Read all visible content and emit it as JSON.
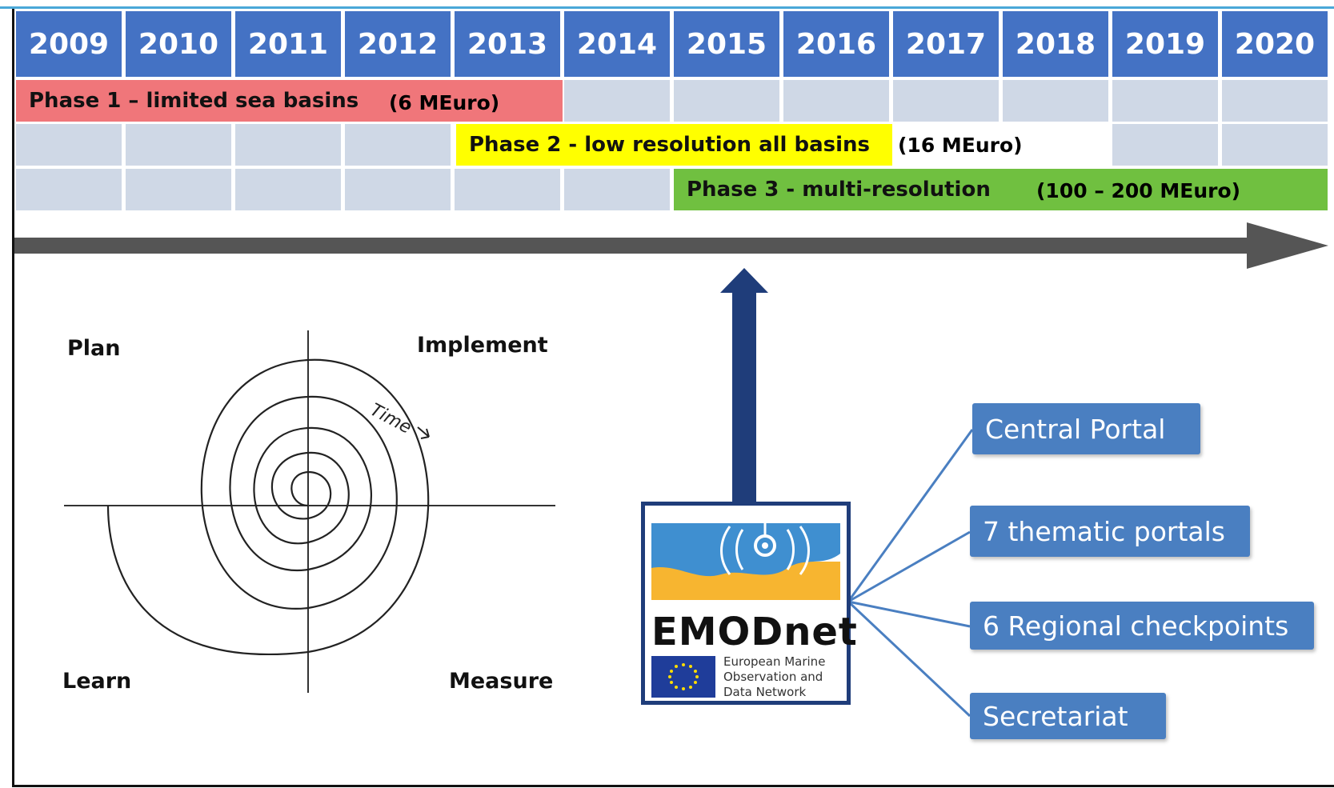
{
  "years": [
    "2009",
    "2010",
    "2011",
    "2012",
    "2013",
    "2014",
    "2015",
    "2016",
    "2017",
    "2018",
    "2019",
    "2020"
  ],
  "phases": [
    {
      "label": "Phase 1 – limited sea basins",
      "cost": "(6 MEuro)",
      "color": "#f0767a"
    },
    {
      "label": "Phase 2 - low resolution all basins",
      "cost": "(16 MEuro)",
      "color": "#ffff00"
    },
    {
      "label": "Phase 3 - multi-resolution",
      "cost": "(100 – 200 MEuro)",
      "color": "#70c040"
    }
  ],
  "cycle": {
    "plan": "Plan",
    "implement": "Implement",
    "learn": "Learn",
    "measure": "Measure",
    "time": "Time"
  },
  "logo": {
    "word": "EMODnet",
    "sub1": "European Marine",
    "sub2": "Observation and",
    "sub3": "Data Network"
  },
  "components": [
    "Central Portal",
    "7 thematic portals",
    "6 Regional checkpoints",
    "Secretariat"
  ],
  "colors": {
    "year_header": "#4472c4",
    "timeline_arrow": "#555555",
    "up_arrow": "#1f3d7a",
    "node": "#4a7fc1"
  }
}
